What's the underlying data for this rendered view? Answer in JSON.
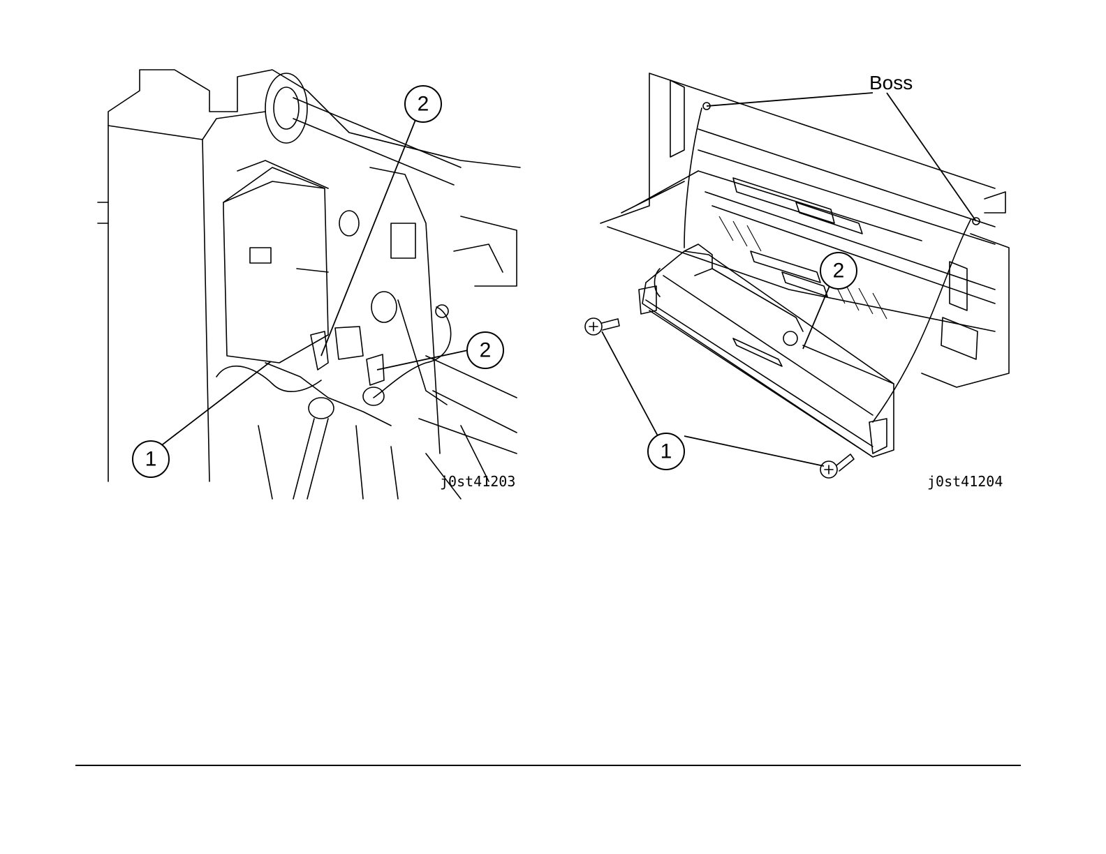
{
  "figures": [
    {
      "id": "j0st41203",
      "callouts": [
        "1",
        "2",
        "2"
      ]
    },
    {
      "id": "j0st41204",
      "label": "Boss",
      "callouts": [
        "1",
        "2"
      ]
    }
  ]
}
